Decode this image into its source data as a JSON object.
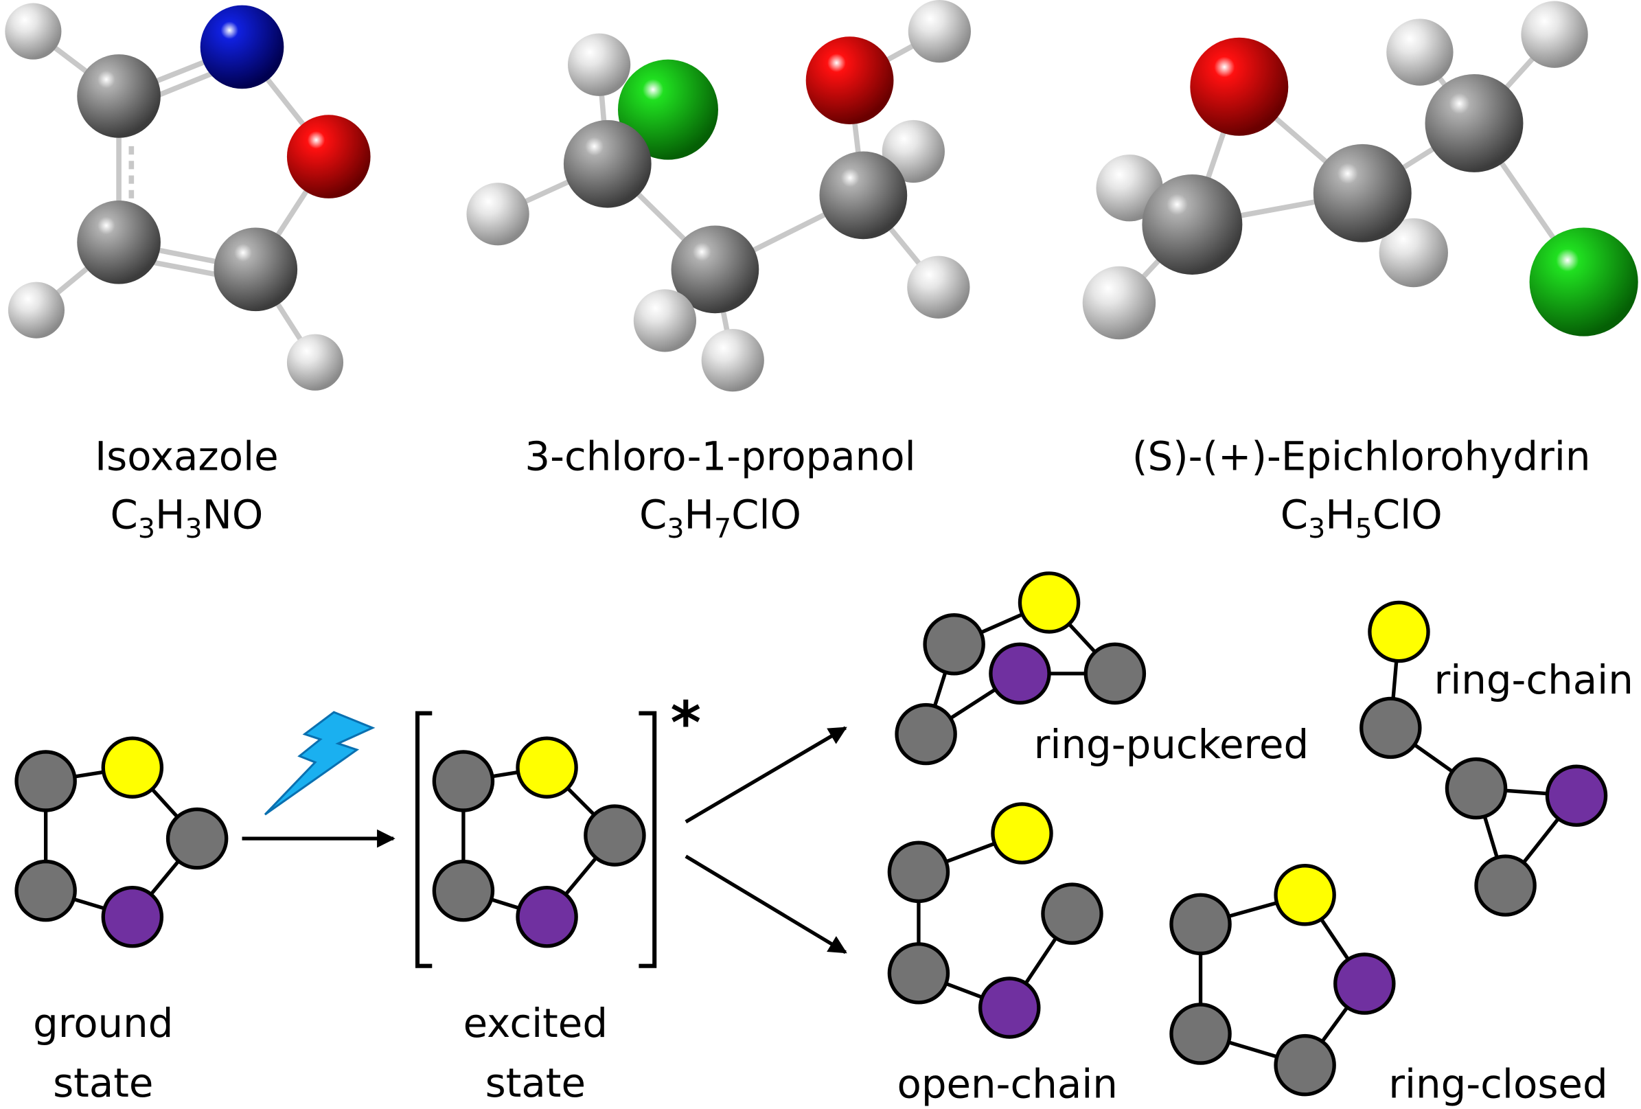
{
  "molecules": [
    {
      "name": "Isoxazole",
      "formula": [
        {
          "t": "C"
        },
        {
          "s": "3"
        },
        {
          "t": "H"
        },
        {
          "s": "3"
        },
        {
          "t": "NO"
        }
      ]
    },
    {
      "name": "3-chloro-1-propanol",
      "formula": [
        {
          "t": "C"
        },
        {
          "s": "3"
        },
        {
          "t": "H"
        },
        {
          "s": "7"
        },
        {
          "t": "ClO"
        }
      ]
    },
    {
      "name": "(S)-(+)-Epichlorohydrin",
      "formula": [
        {
          "t": "C"
        },
        {
          "s": "3"
        },
        {
          "t": "H"
        },
        {
          "s": "5"
        },
        {
          "t": "ClO"
        }
      ]
    }
  ],
  "scheme": {
    "ground_line1": "ground",
    "ground_line2": "state",
    "excited_line1": "excited",
    "excited_line2": "state",
    "asterisk": "*",
    "products": [
      "ring-puckered",
      "ring-chain",
      "open-chain",
      "ring-closed"
    ]
  },
  "colors": {
    "carbon": "#737373",
    "oxygen": "#7030a0",
    "nitrogen": "#ffff00",
    "lightning": "#1ab0f0"
  }
}
